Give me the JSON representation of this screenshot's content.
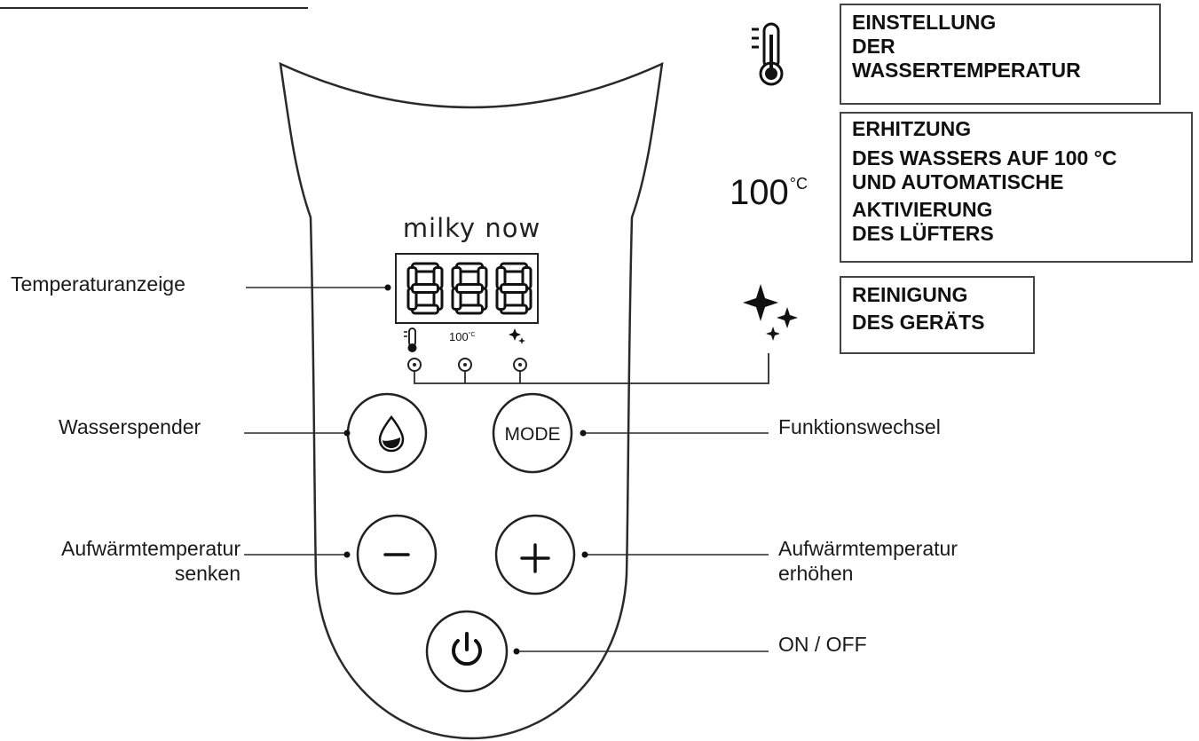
{
  "brand": {
    "logo_text": "milky now"
  },
  "display": {
    "digits": "888"
  },
  "callouts": {
    "temperature_display": "Temperaturanzeige",
    "water_dispenser": "Wasserspender",
    "function_switch": "Funktionswechsel",
    "lower_temp": [
      "Aufwärmtemperatur",
      "senken"
    ],
    "raise_temp": [
      "Aufwärmtemperatur",
      "erhöhen"
    ],
    "on_off": "ON / OFF"
  },
  "buttons": {
    "mode_label": "MODE",
    "minus_symbol": "−",
    "plus_symbol": "+"
  },
  "indicators": {
    "boil_label": "100",
    "boil_unit": "°C"
  },
  "legend": {
    "temperature_box": [
      "EINSTELLUNG",
      "DER",
      "WASSERTEMPERATUR"
    ],
    "boil_value": "100",
    "boil_unit": "°C",
    "boil_box": [
      "ERHITZUNG",
      "DES WASSERS AUF 100 °C",
      "UND AUTOMATISCHE",
      "AKTIVIERUNG",
      "DES LÜFTERS"
    ],
    "clean_box": [
      "REINIGUNG",
      "DES GERÄTS"
    ]
  },
  "icons": {
    "thermometer": "thermometer-icon",
    "boil": "100c-icon",
    "sparkle": "sparkle-icon",
    "drop": "water-drop-icon",
    "power": "power-icon"
  },
  "colors": {
    "line": "#2a2a2a",
    "text": "#1a1a1a",
    "background": "#ffffff"
  }
}
